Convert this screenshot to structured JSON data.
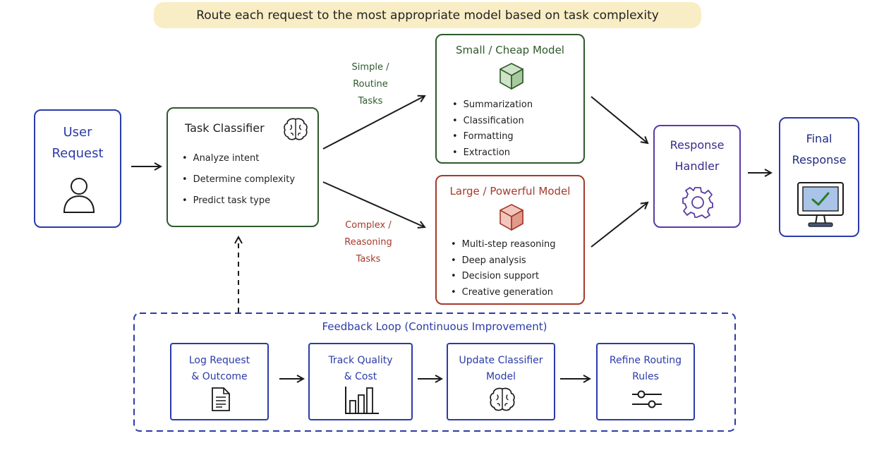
{
  "title": "Route each request to the most appropriate model based on task complexity",
  "colors": {
    "blue": "#2b3ba8",
    "green": "#2d5a2b",
    "red": "#a53a2a",
    "purple": "#5b3aa6",
    "title_band": "#f8edc4"
  },
  "user_request": {
    "label": "User\nRequest",
    "icon": "person-icon"
  },
  "task_classifier": {
    "title": "Task Classifier",
    "icon": "brain-icon",
    "bullets": [
      "Analyze intent",
      "Determine complexity",
      "Predict task type"
    ]
  },
  "routes": {
    "simple": "Simple /\nRoutine\nTasks",
    "complex": "Complex /\nReasoning\nTasks"
  },
  "small_model": {
    "title": "Small / Cheap Model",
    "icon": "cube-icon",
    "bullets": [
      "Summarization",
      "Classification",
      "Formatting",
      "Extraction"
    ]
  },
  "large_model": {
    "title": "Large / Powerful Model",
    "icon": "cube-icon",
    "bullets": [
      "Multi-step reasoning",
      "Deep analysis",
      "Decision support",
      "Creative generation"
    ]
  },
  "response_handler": {
    "label": "Response\nHandler",
    "icon": "gear-icon"
  },
  "final_response": {
    "label": "Final\nResponse",
    "icon": "monitor-check-icon"
  },
  "feedback_loop": {
    "title": "Feedback Loop (Continuous Improvement)",
    "steps": [
      {
        "label": "Log Request\n& Outcome",
        "icon": "document-icon"
      },
      {
        "label": "Track Quality\n& Cost",
        "icon": "bar-chart-icon"
      },
      {
        "label": "Update Classifier\nModel",
        "icon": "brain-icon"
      },
      {
        "label": "Refine Routing\nRules",
        "icon": "sliders-icon"
      }
    ]
  }
}
